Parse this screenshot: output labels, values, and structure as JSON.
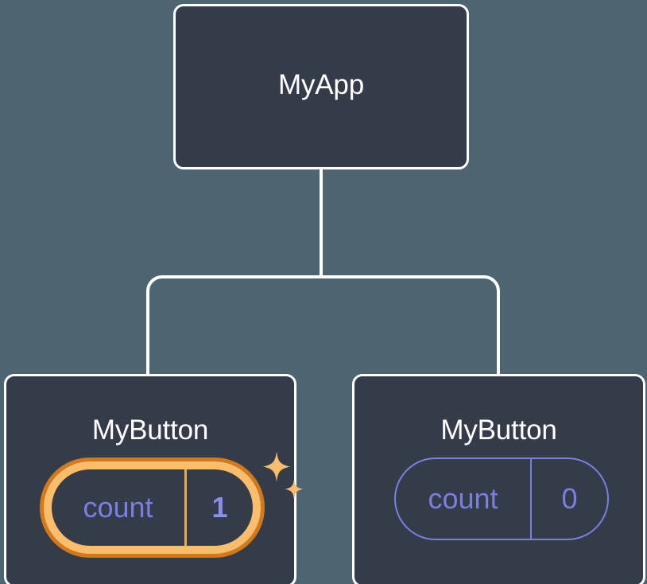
{
  "diagram": {
    "type": "component-tree",
    "background_color": "#4c6570",
    "node_fill_color": "#343b49",
    "node_border_color": "#ffffff",
    "edge_color": "#ffffff",
    "root": {
      "label": "MyApp"
    },
    "children": [
      {
        "label": "MyButton",
        "state": {
          "key": "count",
          "value": "1",
          "highlighted": true,
          "border_color_outer": "#d2791c",
          "border_color_inner": "#f9bd6b",
          "key_color": "#7b7fe0",
          "value_color": "#8b90f0"
        },
        "decorations": [
          {
            "icon": "sparkle-icon",
            "color": "#f9bd6b",
            "size": "large"
          },
          {
            "icon": "sparkle-icon",
            "color": "#f9bd6b",
            "size": "small"
          }
        ]
      },
      {
        "label": "MyButton",
        "state": {
          "key": "count",
          "value": "0",
          "highlighted": false,
          "border_color": "#7b7fe0",
          "key_color": "#7b7fe0",
          "value_color": "#7b7fe0"
        },
        "decorations": []
      }
    ]
  }
}
